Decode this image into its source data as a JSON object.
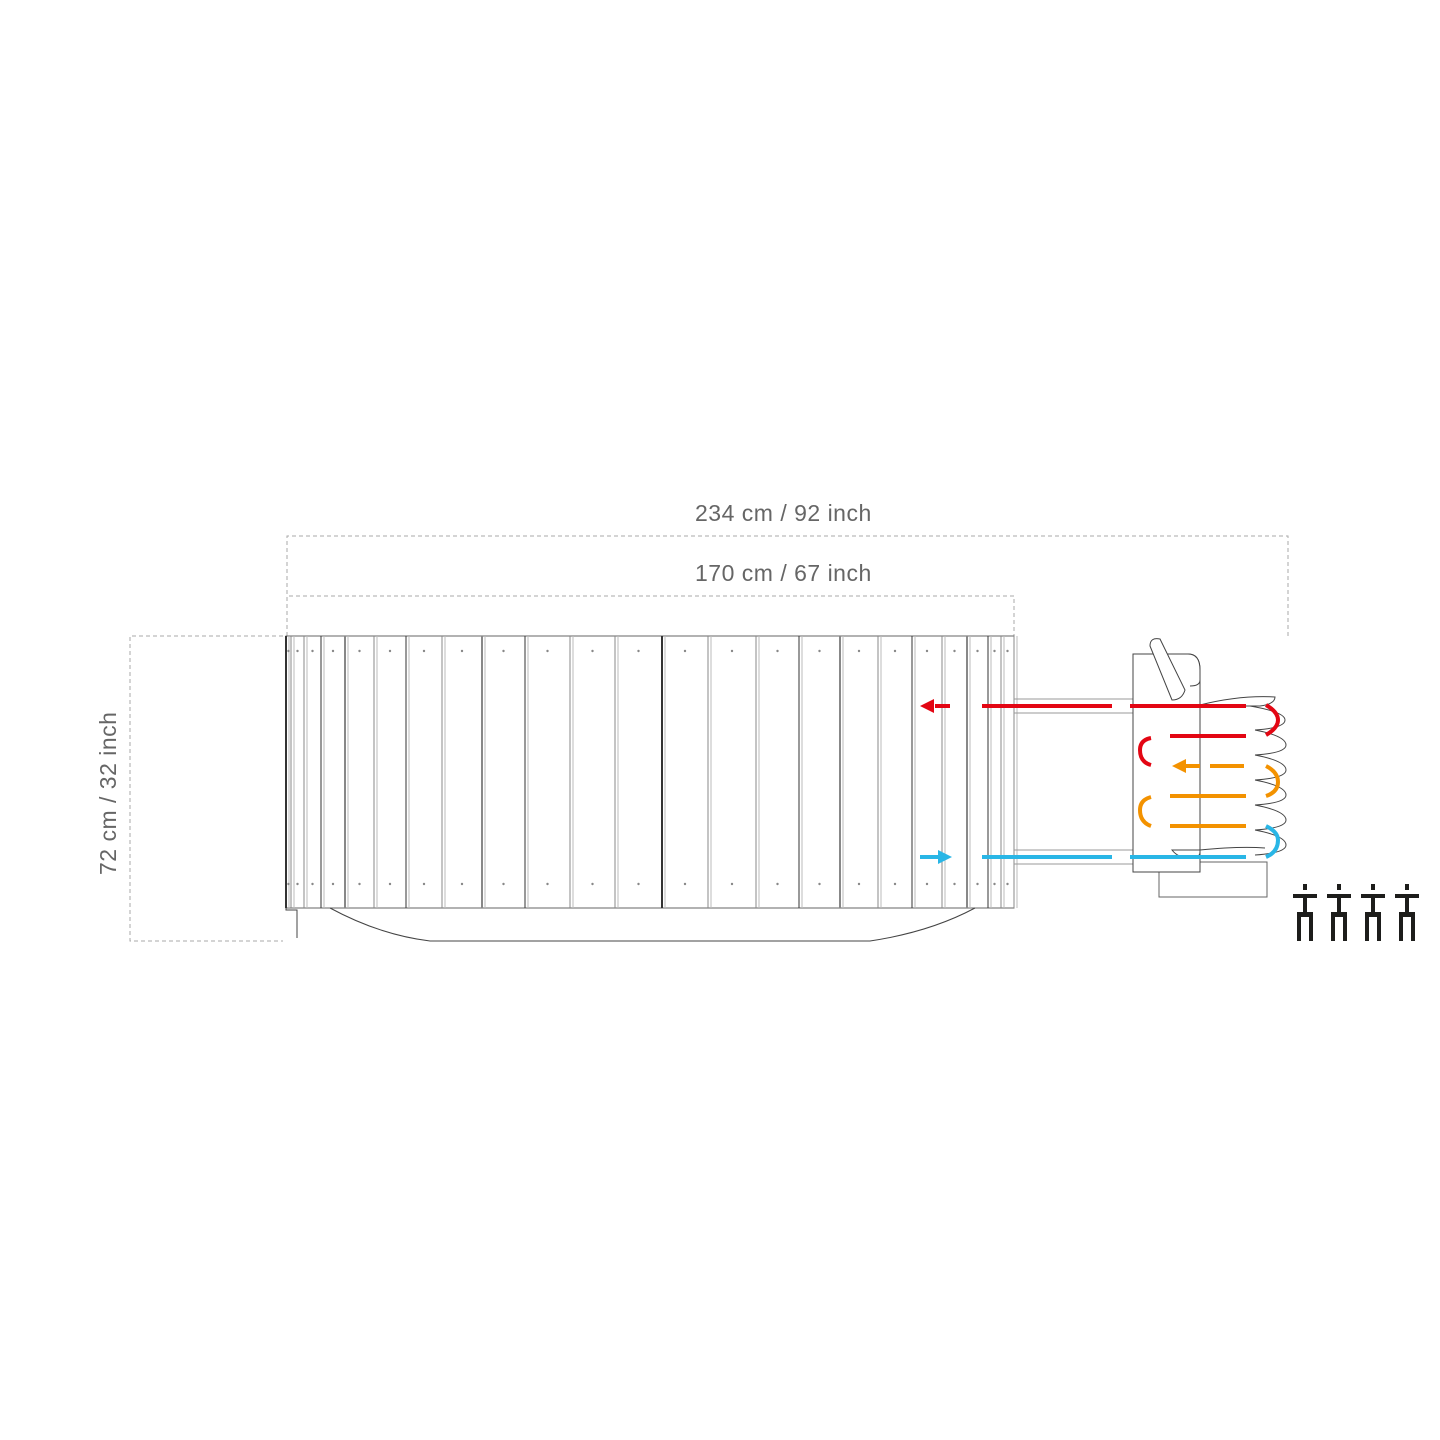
{
  "dimensions": {
    "total_width": "234 cm / 92 inch",
    "tub_width": "170 cm / 67 inch",
    "height": "72 cm / 32 inch"
  },
  "capacity_persons": 4,
  "colors": {
    "hot": "#e30613",
    "warm": "#f39200",
    "cold": "#29b6e6",
    "line": "#444444",
    "dimension": "#aaaaaa",
    "person": "#1d1d1b"
  }
}
